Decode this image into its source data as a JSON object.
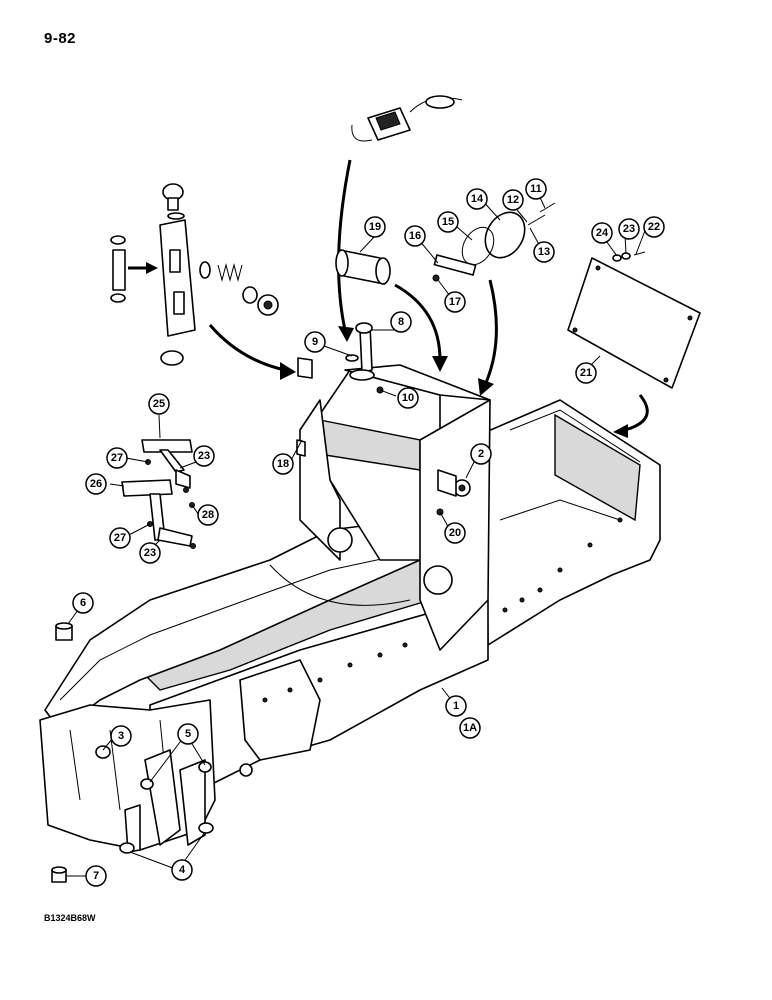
{
  "page": {
    "page_number": "9-82",
    "figure_code": "B1324B68W"
  },
  "callouts": [
    {
      "id": "c1",
      "label": "1"
    },
    {
      "id": "c1a",
      "label": "1A"
    },
    {
      "id": "c2",
      "label": "2"
    },
    {
      "id": "c3",
      "label": "3"
    },
    {
      "id": "c4",
      "label": "4"
    },
    {
      "id": "c5",
      "label": "5"
    },
    {
      "id": "c6",
      "label": "6"
    },
    {
      "id": "c7",
      "label": "7"
    },
    {
      "id": "c8",
      "label": "8"
    },
    {
      "id": "c9",
      "label": "9"
    },
    {
      "id": "c10",
      "label": "10"
    },
    {
      "id": "c11",
      "label": "11"
    },
    {
      "id": "c12",
      "label": "12"
    },
    {
      "id": "c13",
      "label": "13"
    },
    {
      "id": "c14",
      "label": "14"
    },
    {
      "id": "c15",
      "label": "15"
    },
    {
      "id": "c16",
      "label": "16"
    },
    {
      "id": "c17",
      "label": "17"
    },
    {
      "id": "c18",
      "label": "18"
    },
    {
      "id": "c19",
      "label": "19"
    },
    {
      "id": "c20",
      "label": "20"
    },
    {
      "id": "c21",
      "label": "21"
    },
    {
      "id": "c22",
      "label": "22"
    },
    {
      "id": "c23a",
      "label": "23"
    },
    {
      "id": "c23b",
      "label": "23"
    },
    {
      "id": "c23c",
      "label": "23"
    },
    {
      "id": "c24",
      "label": "24"
    },
    {
      "id": "c25",
      "label": "25"
    },
    {
      "id": "c26",
      "label": "26"
    },
    {
      "id": "c27a",
      "label": "27"
    },
    {
      "id": "c27b",
      "label": "27"
    },
    {
      "id": "c28",
      "label": "28"
    }
  ]
}
